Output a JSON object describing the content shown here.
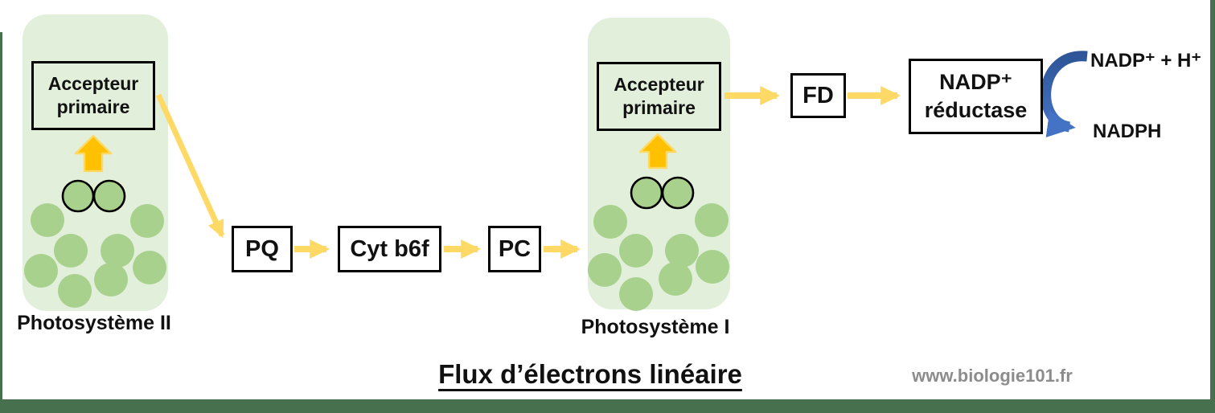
{
  "title": {
    "text": "Flux d’électrons linéaire"
  },
  "watermark": {
    "text": "www.biologie101.fr"
  },
  "photosystem2": {
    "label": "Photosystème II",
    "acceptor": "Accepteur primaire"
  },
  "photosystem1": {
    "label": "Photosystème I",
    "acceptor": "Accepteur primaire"
  },
  "carriers": {
    "pq": "PQ",
    "cytb6f": "Cyt b6f",
    "pc": "PC",
    "fd": "FD"
  },
  "reductase": {
    "line1": "NADP⁺",
    "line2": "réductase"
  },
  "reaction": {
    "substrate": "NADP⁺ + H⁺",
    "product": "NADPH"
  },
  "colors": {
    "frame_green": "#47704E",
    "container_green": "#E2EFDA",
    "pigment_green": "#A9D18E",
    "electron_arrow_yellow": "#FFD966",
    "excitation_arrow_orange": "#FFC000",
    "reduction_blue_dark": "#2E5597",
    "reduction_blue_light": "#4472C4"
  }
}
